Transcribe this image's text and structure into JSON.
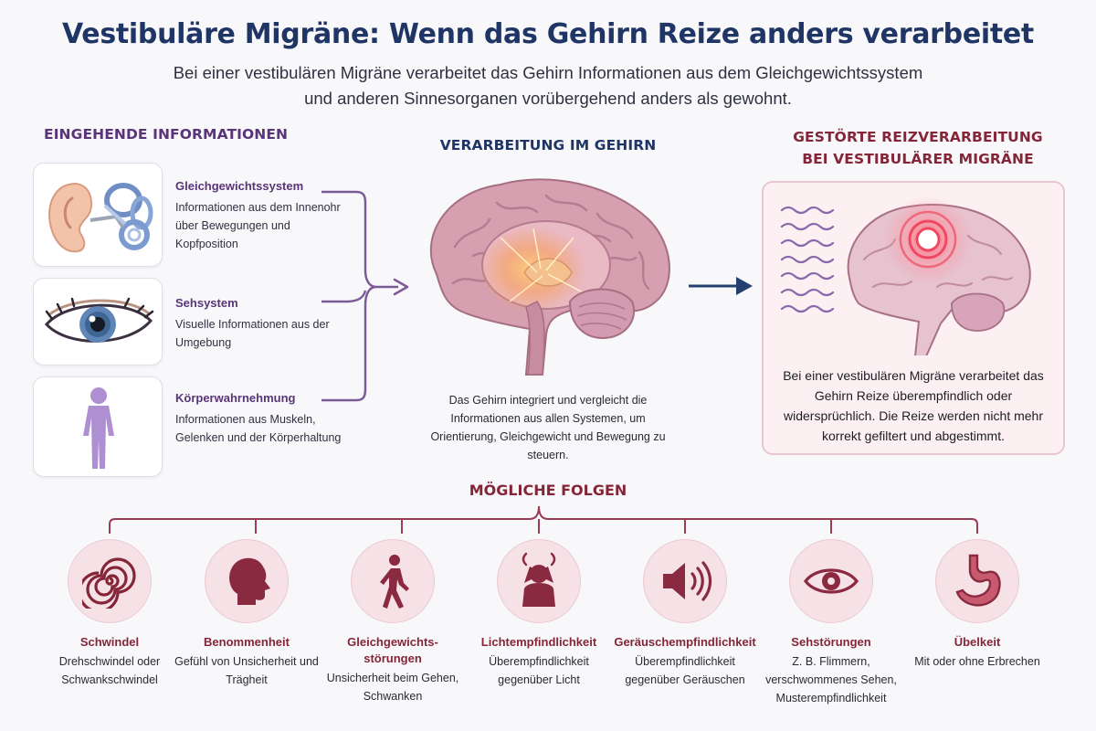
{
  "header": {
    "title": "Vestibuläre Migräne: Wenn das Gehirn Reize anders verarbeitet",
    "subtitle_line1": "Bei einer vestibulären Migräne verarbeitet das Gehirn Informationen aus dem Gleichgewichtssystem",
    "subtitle_line2": "und anderen Sinnesorganen vorübergehend anders als gewohnt."
  },
  "inputs": {
    "heading": "EINGEHENDE INFORMATIONEN",
    "items": [
      {
        "title": "Gleichgewichtssystem",
        "desc": "Informationen aus dem Innenohr über Bewegungen und Kopfposition",
        "icon": "inner-ear-icon"
      },
      {
        "title": "Sehsystem",
        "desc": "Visuelle Informationen aus der Umgebung",
        "icon": "eye-icon"
      },
      {
        "title": "Körperwahrnehmung",
        "desc": "Informationen aus Muskeln, Gelenken und der Körperhaltung",
        "icon": "body-icon"
      }
    ]
  },
  "brain": {
    "heading": "VERARBEITUNG IM GEHIRN",
    "desc": "Das Gehirn integriert und vergleicht die Informationen aus allen Systemen, um Orientierung, Gleichgewicht und Bewegung zu steuern."
  },
  "disturbed": {
    "heading_line1": "GESTÖRTE REIZVERARBEITUNG",
    "heading_line2": "BEI VESTIBULÄRER MIGRÄNE",
    "desc": "Bei einer vestibulären Migräne verarbeitet das Gehirn Reize überempfindlich oder widersprüchlich. Die Reize werden nicht mehr korrekt gefiltert und abgestimmt."
  },
  "consequences": {
    "heading": "MÖGLICHE FOLGEN",
    "items": [
      {
        "title": "Schwindel",
        "desc": "Drehschwindel oder Schwankschwindel",
        "icon": "spiral-icon"
      },
      {
        "title": "Benommenheit",
        "desc": "Gefühl von Unsicherheit und Trägheit",
        "icon": "head-icon"
      },
      {
        "title": "Gleichgewichts-störungen",
        "desc": "Unsicherheit beim Gehen, Schwanken",
        "icon": "walking-person-icon"
      },
      {
        "title": "Lichtempfindlichkeit",
        "desc": "Überempfindlichkeit gegenüber Licht",
        "icon": "light-sensitive-person-icon"
      },
      {
        "title": "Geräuschempfindlichkeit",
        "desc": "Überempfindlichkeit gegenüber Geräuschen",
        "icon": "speaker-icon"
      },
      {
        "title": "Sehstörungen",
        "desc": "Z. B. Flimmern, verschwommenes Sehen, Musterempfindlichkeit",
        "icon": "eye-icon"
      },
      {
        "title": "Übelkeit",
        "desc": "Mit oder ohne Erbrechen",
        "icon": "stomach-icon"
      }
    ]
  },
  "colors": {
    "title": "#1f3566",
    "purple": "#5a3479",
    "maroon": "#842638",
    "arrow_navy": "#24406e"
  }
}
